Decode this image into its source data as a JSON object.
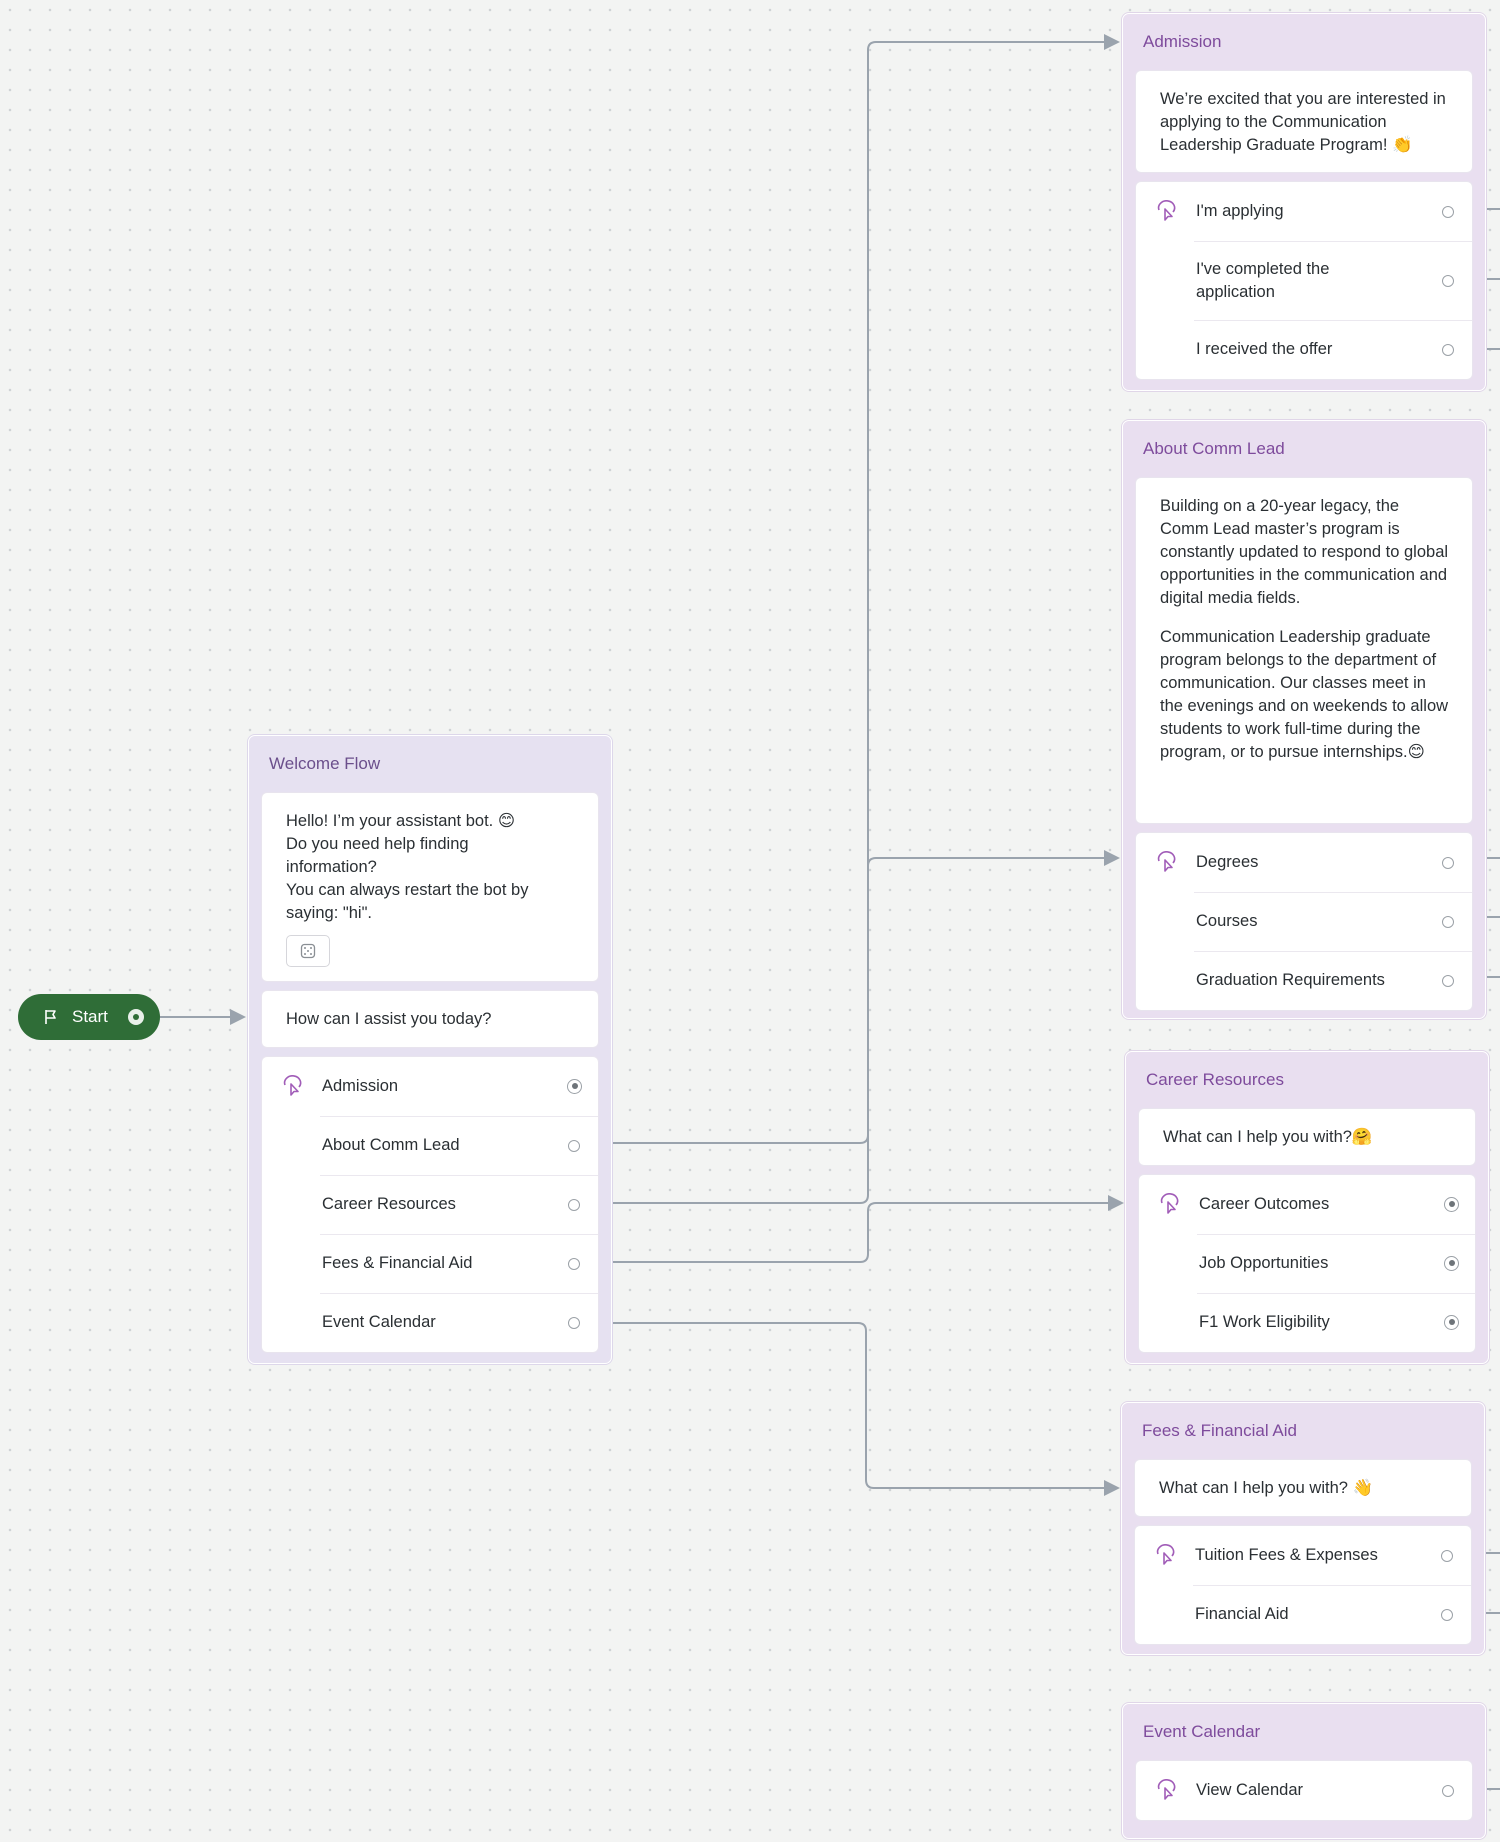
{
  "start": {
    "label": "Start"
  },
  "welcome": {
    "title": "Welcome Flow",
    "message_lines": [
      "Hello! I’m your assistant bot. 😊",
      "Do you need help finding",
      "information?",
      "You can always restart the bot by",
      "saying: \"hi\"."
    ],
    "prompt": "How can I assist you today?",
    "buttons": [
      "Admission",
      "About Comm Lead",
      "Career Resources",
      "Fees & Financial Aid",
      "Event Calendar"
    ]
  },
  "admission": {
    "title": "Admission",
    "message": "We’re excited that you are interested in applying to the Communication Leadership Graduate Program! 👏",
    "buttons": [
      "I'm applying",
      "I've completed the application",
      "I received the offer"
    ]
  },
  "about": {
    "title": "About Comm Lead",
    "paragraphs": [
      "Building on a 20-year legacy, the Comm Lead master’s program is constantly updated to respond to global opportunities in the communication and digital media fields.",
      "Communication Leadership graduate program belongs to the department of communication. Our classes meet in the evenings and on weekends to allow students to work full-time during the program, or to pursue internships.😊"
    ],
    "buttons": [
      "Degrees",
      "Courses",
      "Graduation Requirements"
    ]
  },
  "career": {
    "title": "Career Resources",
    "prompt": "What can I help you with?🤗",
    "buttons": [
      "Career Outcomes",
      "Job Opportunities",
      "F1 Work Eligibility"
    ]
  },
  "fees": {
    "title": "Fees & Financial Aid",
    "prompt": "What can I help you with? 👋",
    "buttons": [
      "Tuition Fees & Expenses",
      "Financial Aid"
    ]
  },
  "events": {
    "title": "Event Calendar",
    "buttons": [
      "View Calendar"
    ]
  },
  "colors": {
    "canvas": "#f3f4f3",
    "start_node": "#2f6d37",
    "group_bg": "#e9dff0",
    "group_title": "#7e4b9c",
    "edge": "#9aa3ad"
  }
}
